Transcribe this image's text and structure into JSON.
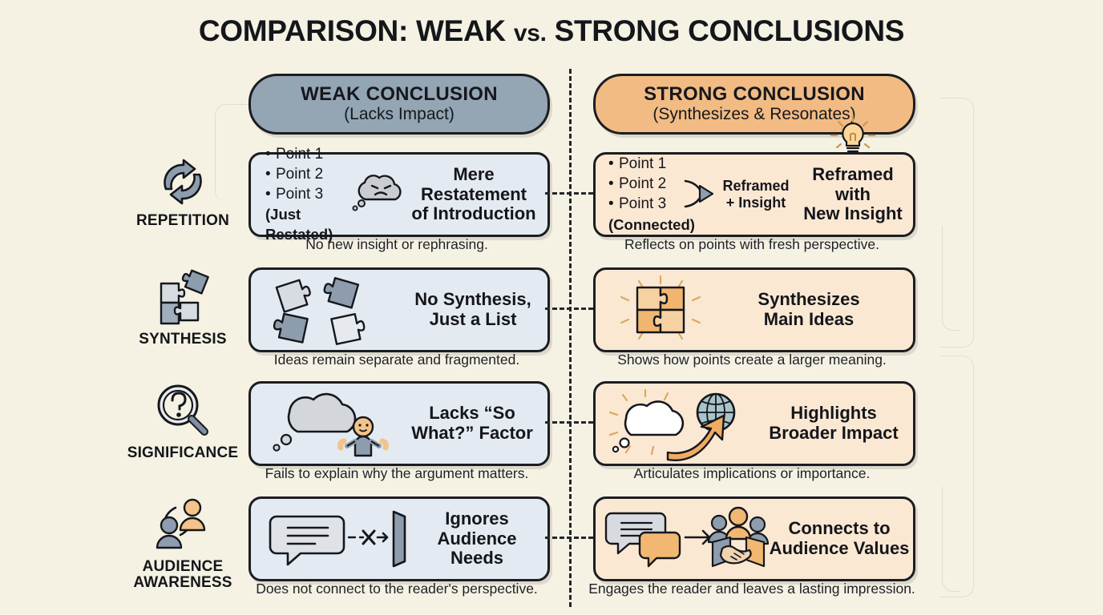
{
  "title": {
    "main_pre": "COMPARISON: WEAK ",
    "vs": "vs.",
    "main_post": " STRONG CONCLUSIONS",
    "full": "COMPARISON: WEAK vs. STRONG CONCLUSIONS"
  },
  "headers": {
    "weak": {
      "title": "WEAK CONCLUSION",
      "subtitle": "(Lacks Impact)",
      "fill": "#94a5b4"
    },
    "strong": {
      "title": "STRONG CONCLUSION",
      "subtitle": "(Synthesizes & Resonates)",
      "fill": "#f2bb83"
    }
  },
  "colors": {
    "background": "#f5f1e3",
    "weak_card": "#e4eaf1",
    "strong_card": "#fbe8d3",
    "outline": "#1b1d22",
    "accent_orange": "#f0a95c",
    "accent_gray": "#8796a6"
  },
  "rows": [
    {
      "category": "REPETITION",
      "category_icon": "circular-arrows-icon",
      "weak": {
        "bullets": [
          "Point 1",
          "Point 2",
          "Point 3"
        ],
        "note": "(Just Restated)",
        "icon": "frowning-cloud-icon",
        "title_line1": "Mere Restatement",
        "title_line2": "of Introduction",
        "caption": "No new insight or rephrasing."
      },
      "strong": {
        "bullets": [
          "Point 1",
          "Point 2",
          "Point 3"
        ],
        "note": "(Connected)",
        "mini_line1": "Reframed",
        "mini_line2": "+ Insight",
        "icon": "lightbulb-icon",
        "title_line1": "Reframed with",
        "title_line2": "New Insight",
        "caption": "Reflects on points with fresh perspective."
      }
    },
    {
      "category": "SYNTHESIS",
      "category_icon": "puzzle-pieces-icon",
      "weak": {
        "icon": "scattered-puzzle-pieces-icon",
        "title_line1": "No Synthesis,",
        "title_line2": "Just a List",
        "caption": "Ideas remain separate and fragmented."
      },
      "strong": {
        "icon": "assembled-puzzle-icon",
        "title_line1": "Synthesizes",
        "title_line2": "Main Ideas",
        "caption": "Shows how points create a larger meaning."
      }
    },
    {
      "category": "SIGNIFICANCE",
      "category_icon": "magnifier-question-icon",
      "weak": {
        "icon": "empty-thought-cloud-shrug-icon",
        "title_line1": "Lacks “So",
        "title_line2": "What?” Factor",
        "caption": "Fails to explain why the argument matters."
      },
      "strong": {
        "icon": "glowing-cloud-globe-arrow-icon",
        "title_line1": "Highlights",
        "title_line2": "Broader Impact",
        "caption": "Articulates implications or importance."
      }
    },
    {
      "category_line1": "AUDIENCE",
      "category_line2": "AWARENESS",
      "category": "AUDIENCE AWARENESS",
      "category_icon": "two-people-cycle-icon",
      "weak": {
        "icon": "speech-bubble-blocked-wall-icon",
        "title_line1": "Ignores",
        "title_line2": "Audience Needs",
        "caption": "Does not connect to the reader's perspective."
      },
      "strong": {
        "icon": "speech-bubbles-handshake-group-icon",
        "title_line1": "Connects to",
        "title_line2": "Audience Values",
        "caption": "Engages the reader and leaves a lasting impression."
      }
    }
  ]
}
